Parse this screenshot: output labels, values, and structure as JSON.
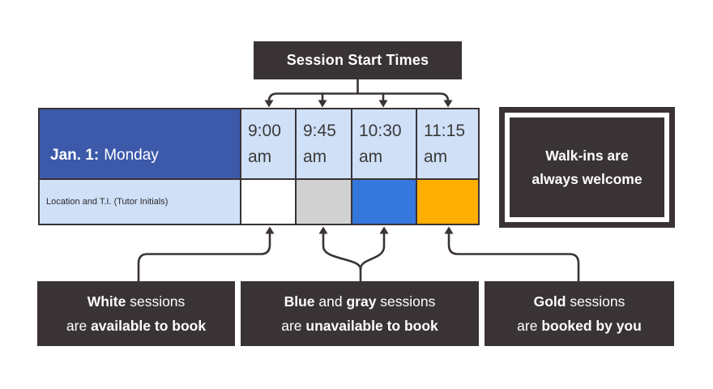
{
  "colors": {
    "dark": "#3a3335",
    "header_blue": "#3c59aa",
    "light_blue": "#cfe0f7",
    "slot_white": "#ffffff",
    "slot_gray": "#d1d1d1",
    "slot_blue": "#3577dc",
    "slot_gold": "#ffae02",
    "text_dark": "#3a3a3a",
    "background": "#ffffff"
  },
  "title_box": {
    "label": "Session Start Times"
  },
  "schedule": {
    "day": {
      "bold": "Jan. 1:",
      "rest": "Monday"
    },
    "row_label": "Location and T.I. (Tutor Initials)",
    "columns": [
      {
        "time": "9:00",
        "suffix": "am",
        "slot": "white",
        "slot_color": "#ffffff"
      },
      {
        "time": "9:45",
        "suffix": "am",
        "slot": "gray",
        "slot_color": "#d1d1d1"
      },
      {
        "time": "10:30",
        "suffix": "am",
        "slot": "blue",
        "slot_color": "#3577dc"
      },
      {
        "time": "11:15",
        "suffix": "am",
        "slot": "gold",
        "slot_color": "#ffae02"
      }
    ]
  },
  "walkins": {
    "line1": "Walk-ins are",
    "line2": "always welcome"
  },
  "legend": {
    "boxes": [
      {
        "name": "white-sessions",
        "line1": [
          {
            "t": "White",
            "b": 1
          },
          {
            "t": " sessions",
            "b": 0
          }
        ],
        "line2": [
          {
            "t": "are ",
            "b": 0
          },
          {
            "t": "available to book",
            "b": 1
          }
        ]
      },
      {
        "name": "blue-gray-sessions",
        "line1": [
          {
            "t": "Blue",
            "b": 1
          },
          {
            "t": " and ",
            "b": 0
          },
          {
            "t": "gray",
            "b": 1
          },
          {
            "t": " sessions",
            "b": 0
          }
        ],
        "line2": [
          {
            "t": "are ",
            "b": 0
          },
          {
            "t": "unavailable to book",
            "b": 1
          }
        ]
      },
      {
        "name": "gold-sessions",
        "line1": [
          {
            "t": "Gold",
            "b": 1
          },
          {
            "t": " sessions",
            "b": 0
          }
        ],
        "line2": [
          {
            "t": "are ",
            "b": 0
          },
          {
            "t": "booked by you",
            "b": 1
          }
        ]
      }
    ]
  }
}
